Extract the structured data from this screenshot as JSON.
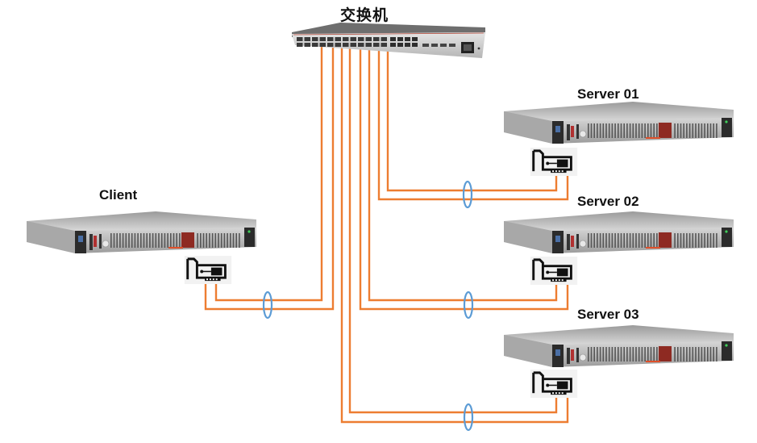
{
  "diagram": {
    "type": "network-topology",
    "switch": {
      "label": "交换机",
      "icon": "network-switch-icon"
    },
    "client": {
      "label": "Client",
      "icon": "rack-server-icon",
      "nic_icon": "nic-card-icon"
    },
    "servers": [
      {
        "label": "Server 01",
        "icon": "rack-server-icon",
        "nic_icon": "nic-card-icon"
      },
      {
        "label": "Server 02",
        "icon": "rack-server-icon",
        "nic_icon": "nic-card-icon"
      },
      {
        "label": "Server 03",
        "icon": "rack-server-icon",
        "nic_icon": "nic-card-icon"
      }
    ],
    "links": [
      {
        "from": "Client",
        "to": "交换机",
        "cables": 2,
        "bonded": true
      },
      {
        "from": "Server 01",
        "to": "交换机",
        "cables": 2,
        "bonded": true
      },
      {
        "from": "Server 02",
        "to": "交换机",
        "cables": 2,
        "bonded": true
      },
      {
        "from": "Server 03",
        "to": "交换机",
        "cables": 2,
        "bonded": true
      }
    ],
    "colors": {
      "cable": "#ed7d31",
      "bond_ring": "#5b9bd5",
      "server_body": "#b8b8b8",
      "server_accent": "#c0392b",
      "switch_body": "#cfcfcf"
    }
  }
}
